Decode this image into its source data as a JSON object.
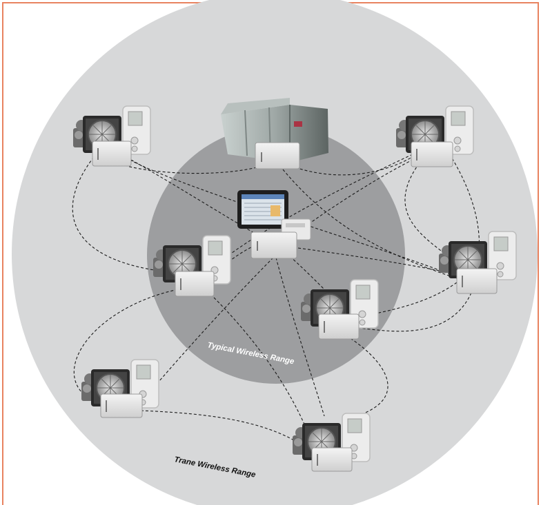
{
  "labels": {
    "typical_range": "Typical Wireless Range",
    "trane_range": "Trane Wireless Range"
  },
  "devices": [
    {
      "name": "thermostat-unit-top-left"
    },
    {
      "name": "thermostat-unit-top-right"
    },
    {
      "name": "thermostat-unit-mid-left"
    },
    {
      "name": "thermostat-unit-center-right"
    },
    {
      "name": "thermostat-unit-right"
    },
    {
      "name": "thermostat-unit-bottom-left"
    },
    {
      "name": "thermostat-unit-bottom-center"
    }
  ],
  "colors": {
    "border": "#e8825f",
    "outer_range": "#d7d8d9",
    "inner_range": "#9d9ea0",
    "range_label_inner": "#ffffff",
    "range_label_outer": "#111111"
  }
}
